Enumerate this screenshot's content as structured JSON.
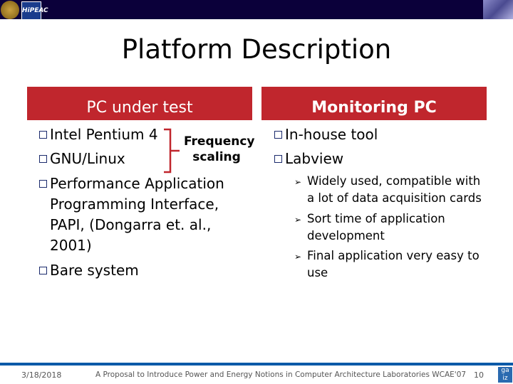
{
  "title": "Platform Description",
  "left": {
    "header": "PC under test",
    "items": [
      "Intel Pentium 4",
      "GNU/Linux",
      "Performance Application Programming Interface, PAPI, (Dongarra et. al., 2001)",
      "Bare system"
    ],
    "bracket_note": "Frequency scaling"
  },
  "right": {
    "header": "Monitoring PC",
    "items": [
      "In-house tool",
      "Labview"
    ],
    "subitems": [
      "Widely used, compatible with a lot of data acquisition cards",
      "Sort time of application development",
      "Final application very easy to use"
    ]
  },
  "footer": {
    "date": "3/18/2018",
    "text": "A Proposal to Introduce Power and Energy Notions in Computer Architecture Laboratories WCAE'07",
    "page": "10"
  },
  "logos": {
    "hipeac": "HiPEAC",
    "gaz": "ga iz"
  },
  "colors": {
    "topbar": "#0b003a",
    "header": "#c0262d",
    "footer_line": "#0a5aa8"
  }
}
